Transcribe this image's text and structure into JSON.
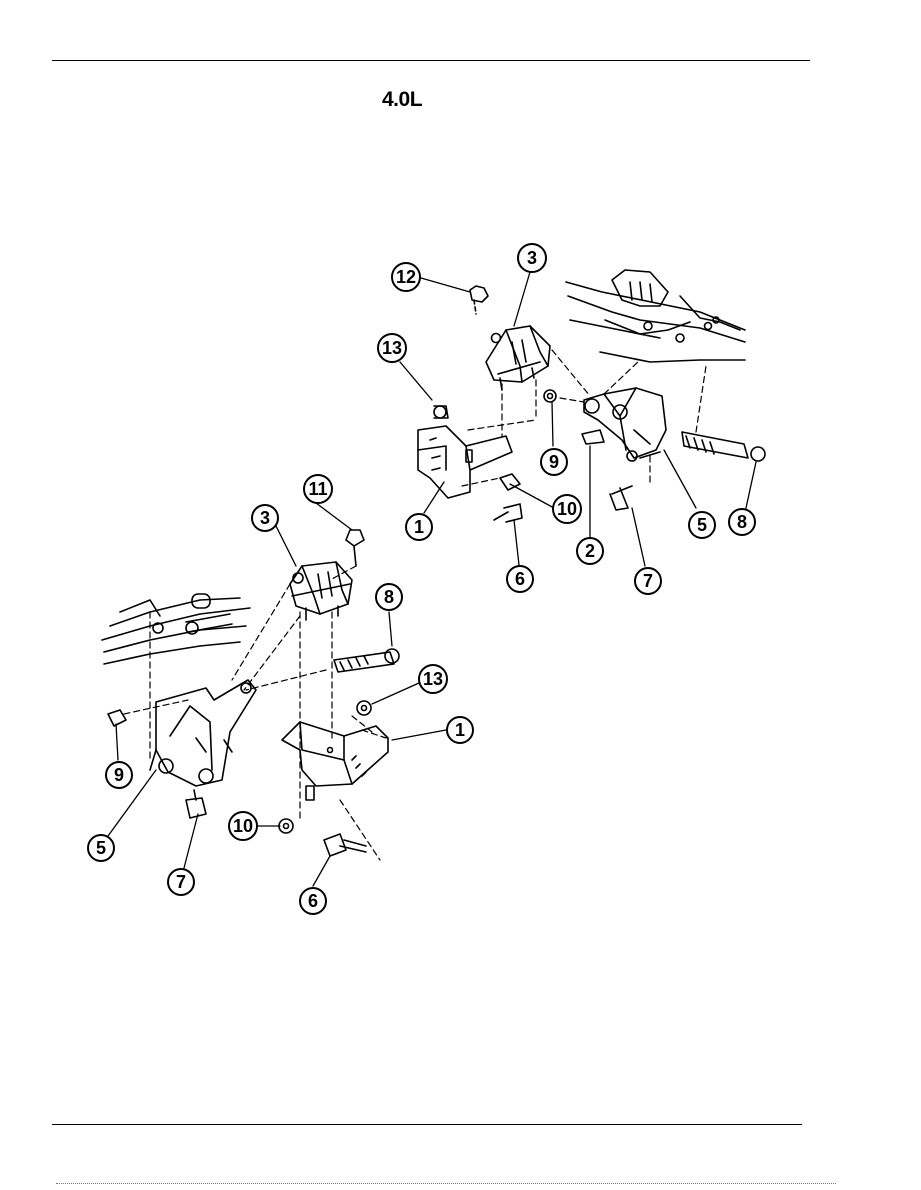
{
  "header": {
    "title": "4.0L"
  },
  "callouts": {
    "upper": [
      {
        "id": "u12",
        "label": "12"
      },
      {
        "id": "u3",
        "label": "3"
      },
      {
        "id": "u13",
        "label": "13"
      },
      {
        "id": "u9",
        "label": "9"
      },
      {
        "id": "u2",
        "label": "2"
      },
      {
        "id": "u5",
        "label": "5"
      },
      {
        "id": "u8",
        "label": "8"
      },
      {
        "id": "u7",
        "label": "7"
      },
      {
        "id": "u6",
        "label": "6"
      },
      {
        "id": "u10",
        "label": "10"
      },
      {
        "id": "u1",
        "label": "1"
      }
    ],
    "lower": [
      {
        "id": "l11",
        "label": "11"
      },
      {
        "id": "l3",
        "label": "3"
      },
      {
        "id": "l8",
        "label": "8"
      },
      {
        "id": "l13",
        "label": "13"
      },
      {
        "id": "l1",
        "label": "1"
      },
      {
        "id": "l9",
        "label": "9"
      },
      {
        "id": "l5",
        "label": "5"
      },
      {
        "id": "l7",
        "label": "7"
      },
      {
        "id": "l10",
        "label": "10"
      },
      {
        "id": "l6",
        "label": "6"
      }
    ]
  }
}
